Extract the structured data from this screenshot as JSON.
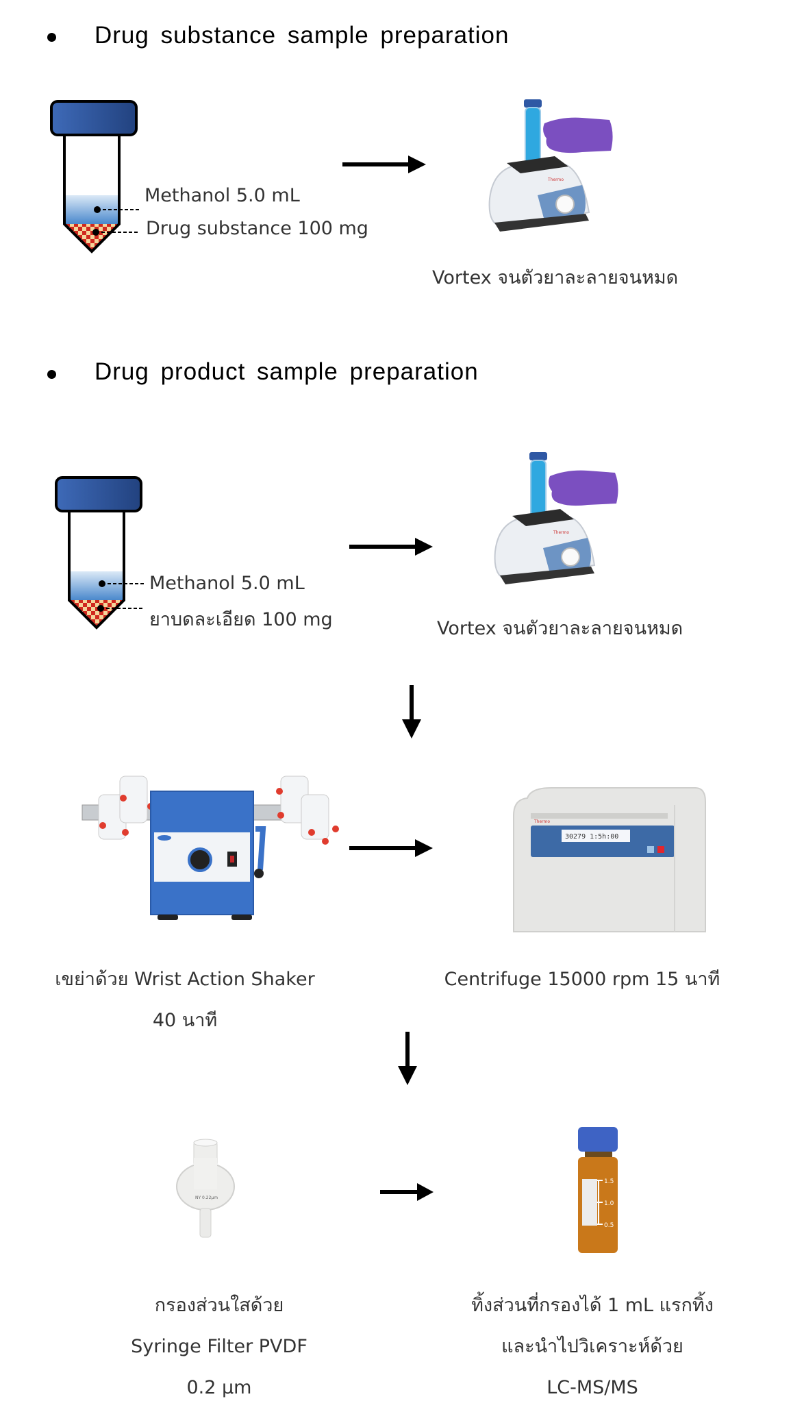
{
  "section1": {
    "title": "Drug substance sample preparation",
    "tube_labels": {
      "solvent": "Methanol 5.0 mL",
      "sample": "Drug substance 100 mg"
    },
    "vortex_caption": "Vortex จนตัวยาละลายจนหมด"
  },
  "section2": {
    "title": "Drug product sample preparation",
    "tube_labels": {
      "solvent": "Methanol 5.0 mL",
      "sample": "ยาบดละเอียด 100 mg"
    },
    "vortex_caption": "Vortex จนตัวยาละลายจนหมด",
    "shaker_caption": [
      "เขย่าด้วย Wrist Action Shaker",
      "40 นาที"
    ],
    "centrifuge_caption": "Centrifuge 15000 rpm 15 นาที",
    "centrifuge_display": "30279  1:5h:00",
    "filter_caption": [
      "กรองส่วนใสด้วย",
      "Syringe Filter PVDF",
      "0.2 µm"
    ],
    "vial_caption": [
      "ทิ้งส่วนที่กรองได้ 1 mL แรกทิ้ง",
      "และนำไปวิเคราะห์ด้วย",
      "LC-MS/MS"
    ],
    "vial_graduations": [
      "1.5",
      "1.0",
      "0.5"
    ]
  },
  "colors": {
    "cap_blue": "#2f58a4",
    "methanol_blue": "#5b9bd5",
    "checker_red": "#d0281e",
    "checker_cream": "#f4d49a",
    "glove_purple": "#7b4fc0",
    "amber_vial": "#c9781a",
    "shaker_blue": "#3a72c8"
  }
}
